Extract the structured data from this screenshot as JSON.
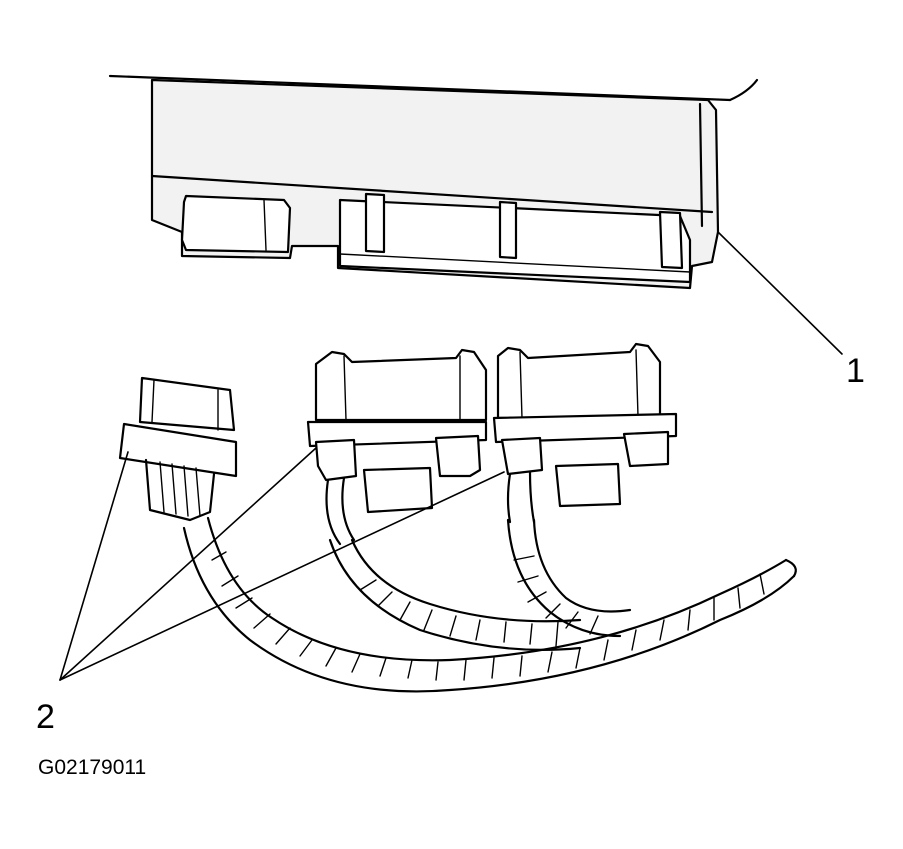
{
  "callouts": {
    "module": "1",
    "connectors": "2"
  },
  "figure": {
    "id": "G02179011"
  }
}
